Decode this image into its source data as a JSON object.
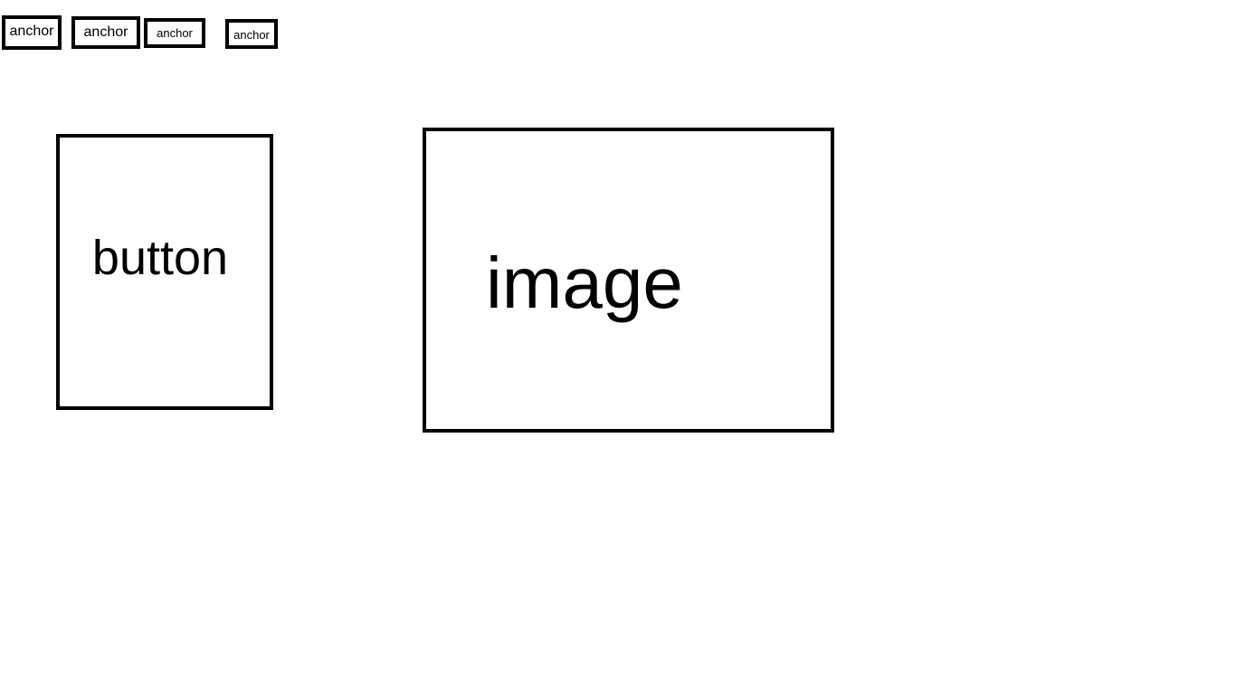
{
  "anchors": [
    {
      "label": "anchor"
    },
    {
      "label": "anchor"
    },
    {
      "label": "anchor"
    },
    {
      "label": "anchor"
    }
  ],
  "button": {
    "label": "button"
  },
  "image": {
    "label": "image"
  },
  "colors": {
    "background": "#ffffff",
    "border": "#000000",
    "text": "#000000"
  }
}
